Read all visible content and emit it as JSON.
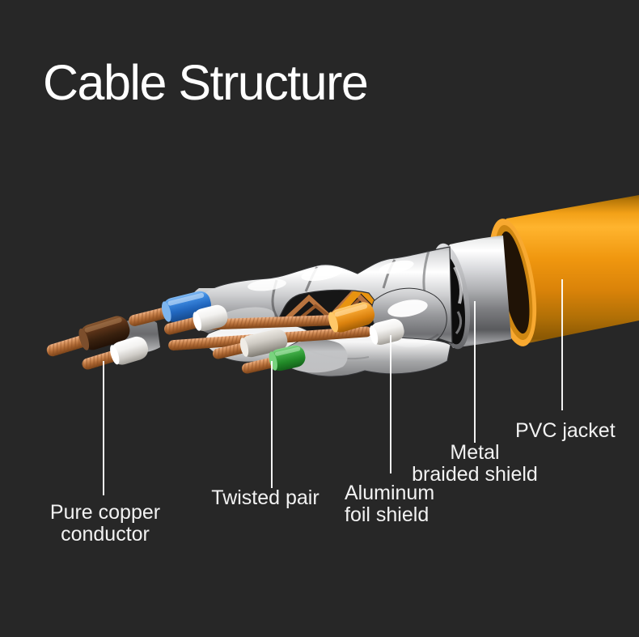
{
  "title": "Cable Structure",
  "colors": {
    "background": "#272727",
    "title_text": "#ffffff",
    "label_text": "#f2f2f2",
    "callout_line": "#ffffff",
    "jacket_orange": "#ef9611",
    "shield_silver": "#cfd0d1",
    "foil_silver": "#d9dadb",
    "copper": "#c07a45",
    "wire_blue": "#2f7fd6",
    "wire_brown": "#4a2a14",
    "wire_white": "#f2f1ef",
    "wire_orange": "#f5a32e",
    "wire_gray": "#c6c2bb",
    "wire_green": "#2f9e35"
  },
  "callouts": [
    {
      "id": "pure-copper-conductor",
      "line1": "Pure copper",
      "line2": "conductor"
    },
    {
      "id": "twisted-pair",
      "line1": "Twisted pair"
    },
    {
      "id": "aluminum-foil-shield",
      "line1": "Aluminum",
      "line2": "foil shield"
    },
    {
      "id": "metal-braided-shield",
      "line1": "Metal",
      "line2": "braided shield"
    },
    {
      "id": "pvc-jacket",
      "line1": "PVC jacket"
    }
  ]
}
